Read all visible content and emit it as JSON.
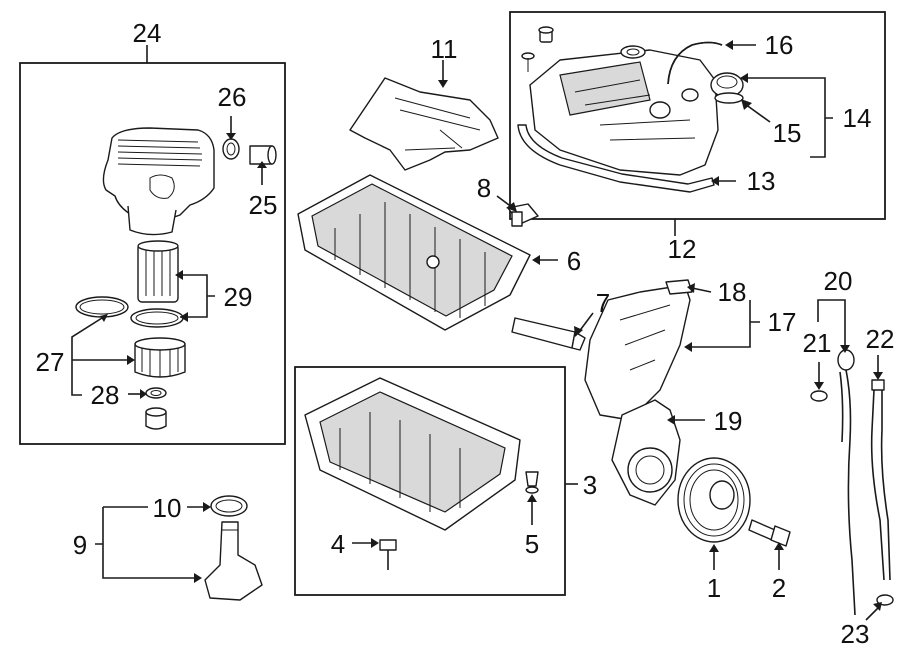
{
  "diagram": {
    "callouts": {
      "c1": "1",
      "c2": "2",
      "c3": "3",
      "c4": "4",
      "c5": "5",
      "c6": "6",
      "c7": "7",
      "c8": "8",
      "c9": "9",
      "c10": "10",
      "c11": "11",
      "c12": "12",
      "c13": "13",
      "c14": "14",
      "c15": "15",
      "c16": "16",
      "c17": "17",
      "c18": "18",
      "c19": "19",
      "c20": "20",
      "c21": "21",
      "c22": "22",
      "c23": "23",
      "c24": "24",
      "c25": "25",
      "c26": "26",
      "c27": "27",
      "c28": "28",
      "c29": "29"
    },
    "colors": {
      "ink": "#1a1a1a",
      "background": "#ffffff",
      "shade": "#d9d9d9"
    }
  }
}
